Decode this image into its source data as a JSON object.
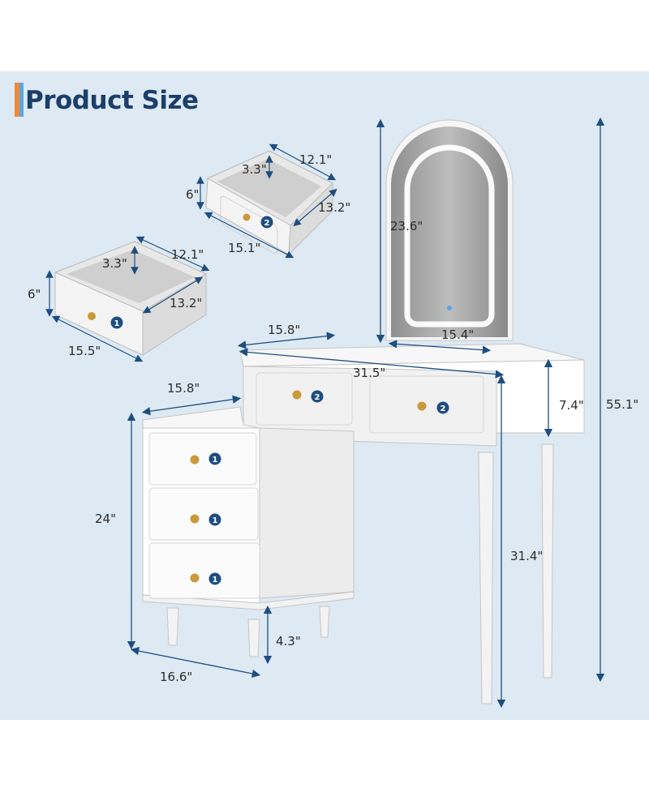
{
  "title": "Product Size",
  "colors": {
    "background": "#dde9f3",
    "title": "#1b3f6a",
    "accent_orange": "#f0883a",
    "accent_blue": "#5aa7e0",
    "badge": "#1e4e80",
    "knob": "#c99a3a"
  },
  "dimensions": {
    "drawer1": {
      "depth": "12.1\"",
      "inner_height": "3.3\"",
      "height": "6\"",
      "inner_depth": "13.2\"",
      "width": "15.5\"",
      "badge": "1"
    },
    "drawer2": {
      "depth": "12.1\"",
      "inner_height": "3.3\"",
      "height": "6\"",
      "inner_depth": "13.2\"",
      "width": "15.1\"",
      "badge": "2"
    },
    "mirror_height": "23.6\"",
    "mirror_width": "15.4\"",
    "top_depth": "15.8\"",
    "top_width": "31.5\"",
    "apron_height": "7.4\"",
    "total_height": "55.1\"",
    "cabinet_depth": "15.8\"",
    "cabinet_height": "24\"",
    "leg_height": "4.3\"",
    "cabinet_width": "16.6\"",
    "table_leg_height": "31.4\""
  }
}
